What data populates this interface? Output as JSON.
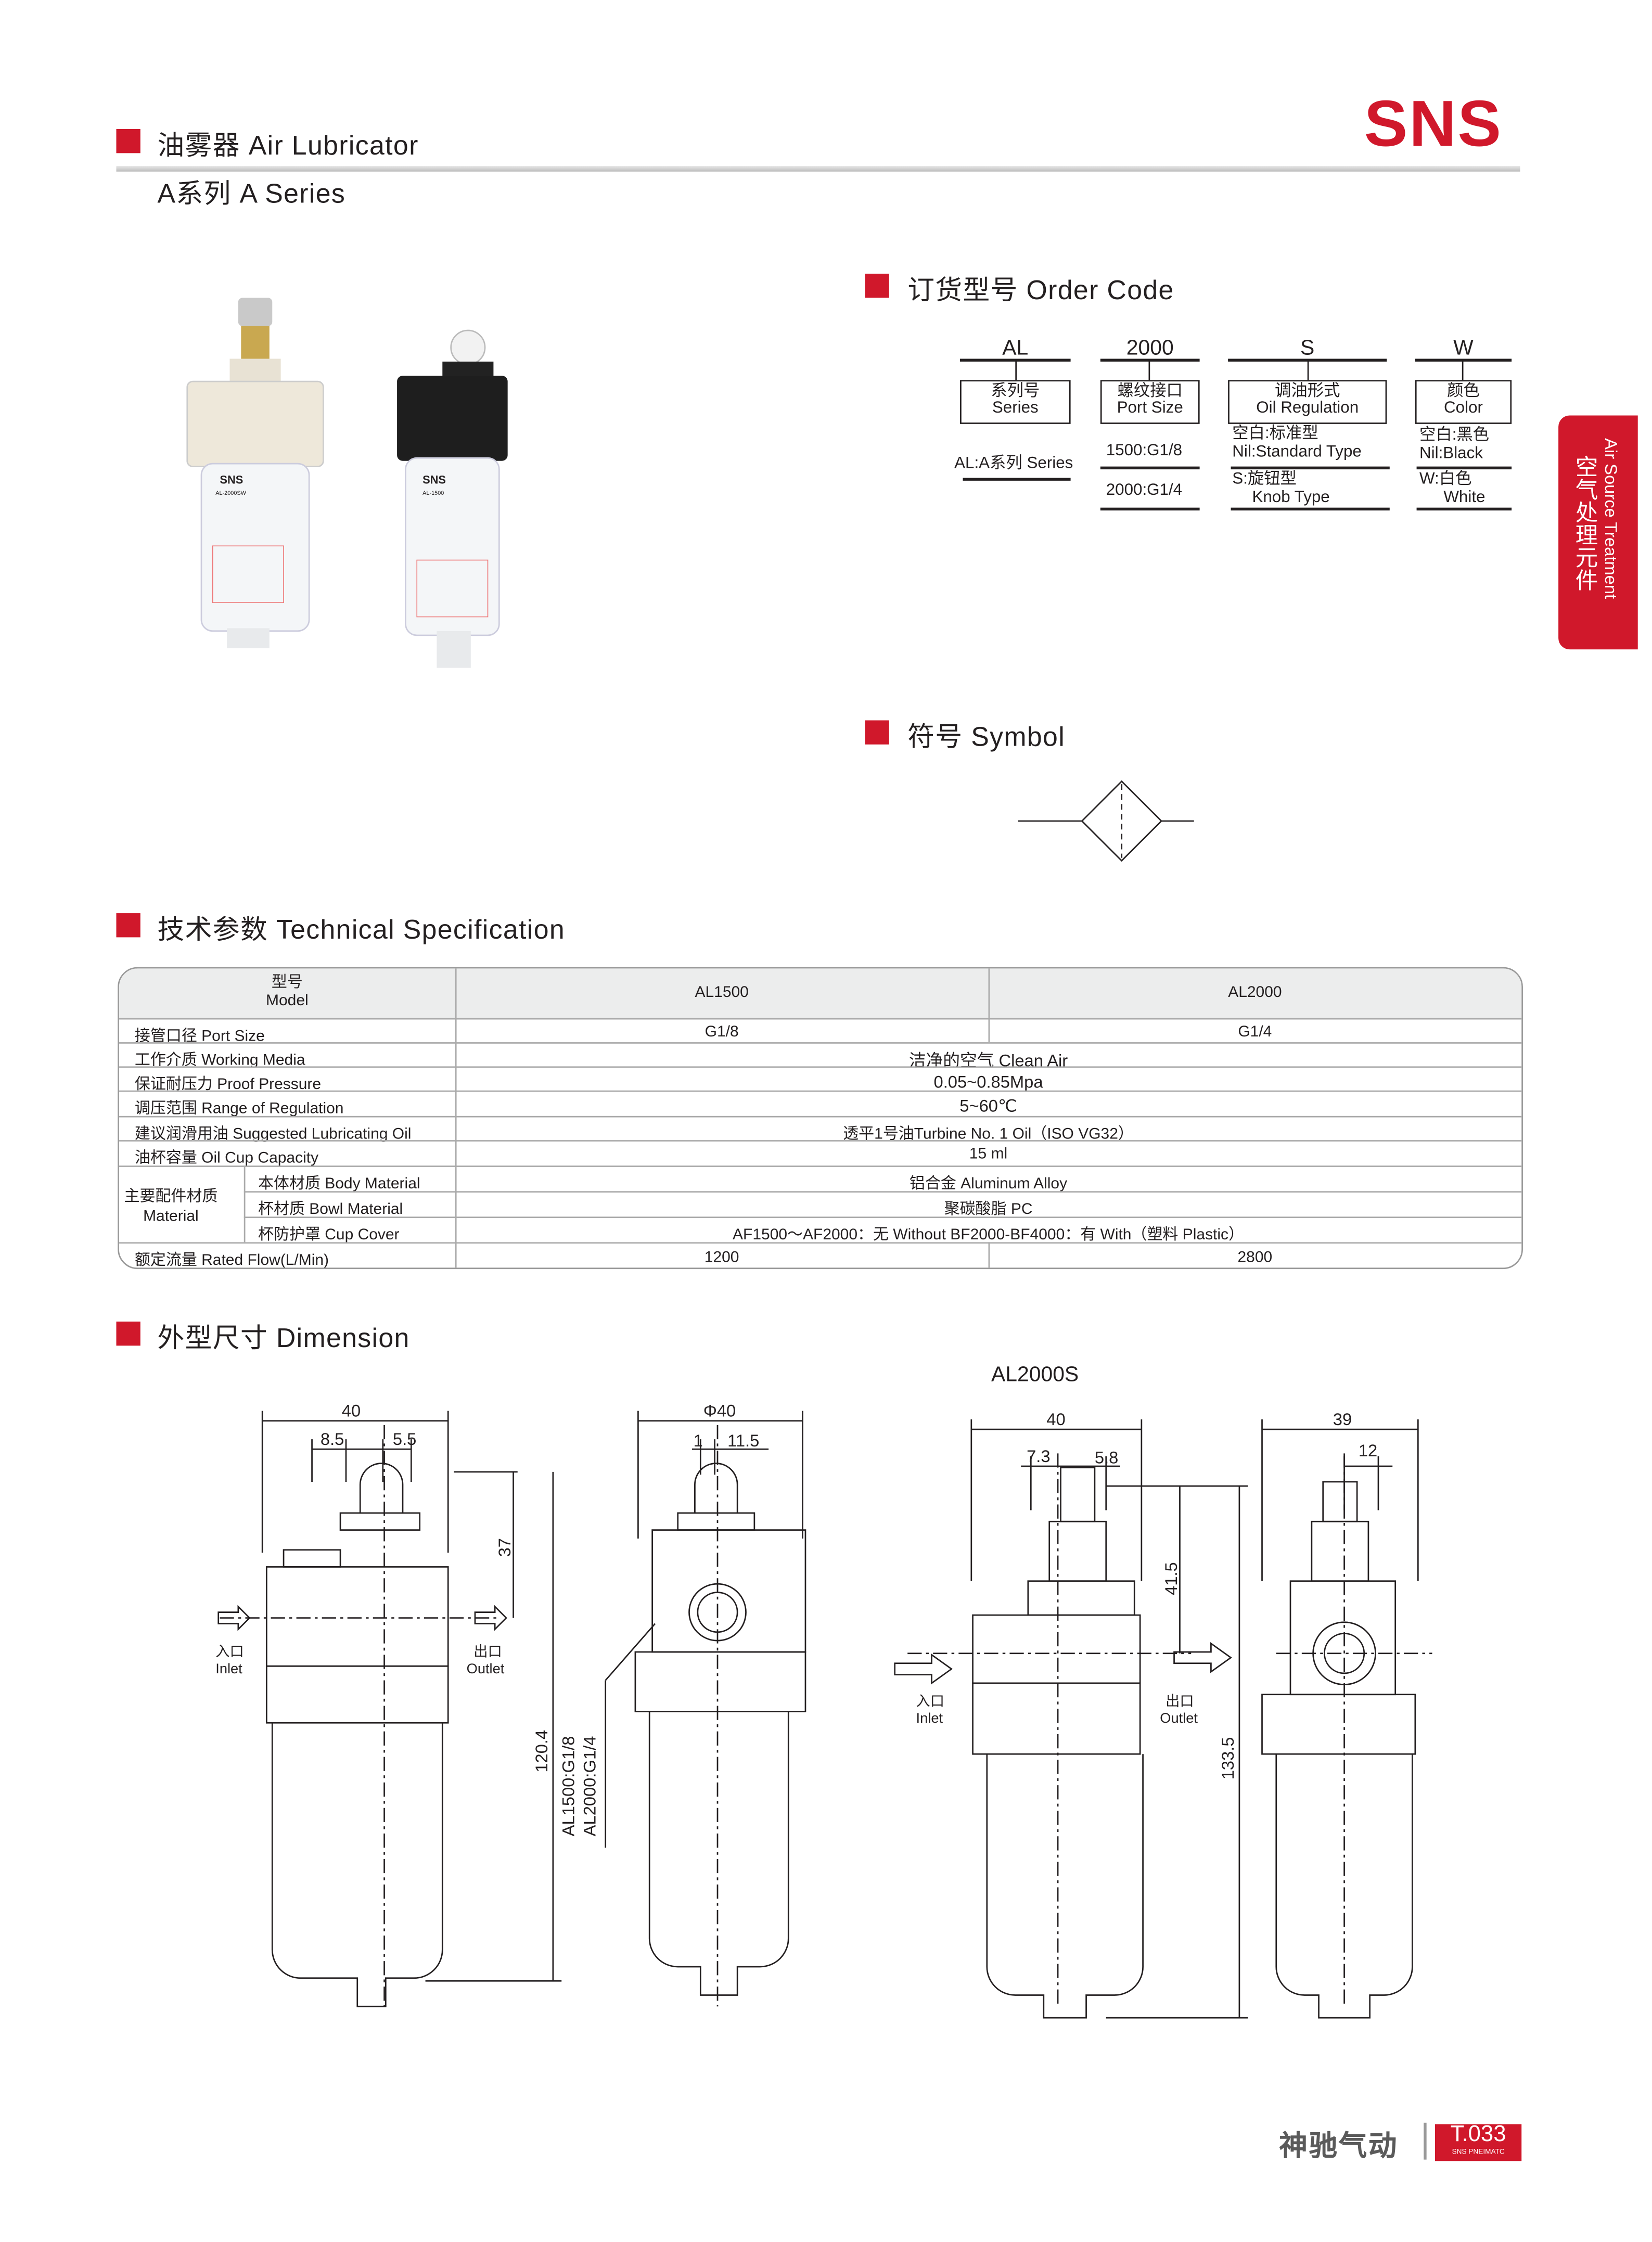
{
  "header": {
    "title": "油雾器 Air Lubricator",
    "subtitle": "A系列 A Series",
    "brand": "SNS"
  },
  "side_tab": {
    "en": "Air Source Treatment",
    "cn": "空气处理元件"
  },
  "product_photos": [
    {
      "label": "SNS",
      "model": "AL-2000SW"
    },
    {
      "label": "SNS",
      "model": "AL-1500"
    }
  ],
  "order_code": {
    "title": "订货型号 Order Code",
    "columns": [
      {
        "code": "AL",
        "cn": "系列号",
        "en": "Series",
        "options": [
          "AL:A系列 Series"
        ]
      },
      {
        "code": "2000",
        "cn": "螺纹接口",
        "en": "Port Size",
        "options": [
          "1500:G1/8",
          "2000:G1/4"
        ]
      },
      {
        "code": "S",
        "cn": "调油形式",
        "en": "Oil Regulation",
        "options": [
          [
            "空白:标准型",
            "Nil:Standard Type"
          ],
          [
            "S:旋钮型",
            "Knob Type"
          ]
        ]
      },
      {
        "code": "W",
        "cn": "颜色",
        "en": "Color",
        "options": [
          [
            "空白:黑色",
            "Nil:Black"
          ],
          [
            "W:白色",
            "White"
          ]
        ]
      }
    ]
  },
  "symbol": {
    "title": "符号 Symbol"
  },
  "spec": {
    "title": "技术参数 Technical Specification",
    "header": {
      "cn": "型号",
      "en": "Model",
      "models": [
        "AL1500",
        "AL2000"
      ]
    },
    "rows": [
      {
        "label": "接管口径 Port Size",
        "values": [
          "G1/8",
          "G1/4"
        ]
      },
      {
        "label": "工作介质 Working Media",
        "value": "洁净的空气 Clean Air"
      },
      {
        "label": "保证耐压力 Proof Pressure",
        "value": "0.05~0.85Mpa"
      },
      {
        "label": "调压范围 Range of Regulation",
        "value": "5~60℃"
      },
      {
        "label": "建议润滑用油 Suggested Lubricating Oil",
        "value": "透平1号油Turbine  No. 1  Oil（ISO  VG32）"
      },
      {
        "label": "油杯容量 Oil Cup Capacity",
        "value": "15 ml"
      }
    ],
    "material": {
      "cn": "主要配件材质",
      "en": "Material",
      "rows": [
        {
          "label": "本体材质 Body Material",
          "value": "铝合金 Aluminum  Alloy"
        },
        {
          "label": "杯材质 Bowl Material",
          "value": "聚碳酸脂 PC"
        },
        {
          "label": "杯防护罩 Cup Cover",
          "value": "AF1500～AF2000：无   Without    BF2000-BF4000：有  With（塑料 Plastic）"
        }
      ]
    },
    "flow": {
      "label": "额定流量 Rated Flow(L/Min)",
      "values": [
        "1200",
        "2800"
      ]
    }
  },
  "dimension": {
    "title": "外型尺寸 Dimension",
    "al2000s_label": "AL2000S",
    "inlet_cn": "入口",
    "inlet_en": "Inlet",
    "outlet_cn": "出口",
    "outlet_en": "Outlet",
    "front": {
      "w": "40",
      "a": "8.5",
      "b": "5.5",
      "h1": "37",
      "h": "120.4"
    },
    "side": {
      "d": "Φ40",
      "a": "1",
      "b": "11.5",
      "port1": "AL1500:G1/8",
      "port2": "AL2000:G1/4"
    },
    "s_front": {
      "w": "40",
      "a": "7.3",
      "b": "5.8",
      "h1": "41.5",
      "h": "133.5"
    },
    "s_side": {
      "w": "39",
      "a": "12"
    }
  },
  "footer": {
    "company": "神驰气动",
    "page": "T.033",
    "brand_en": "SNS PNEIMATC"
  },
  "colors": {
    "accent": "#d0182b",
    "rule": "#bcbcbc"
  }
}
